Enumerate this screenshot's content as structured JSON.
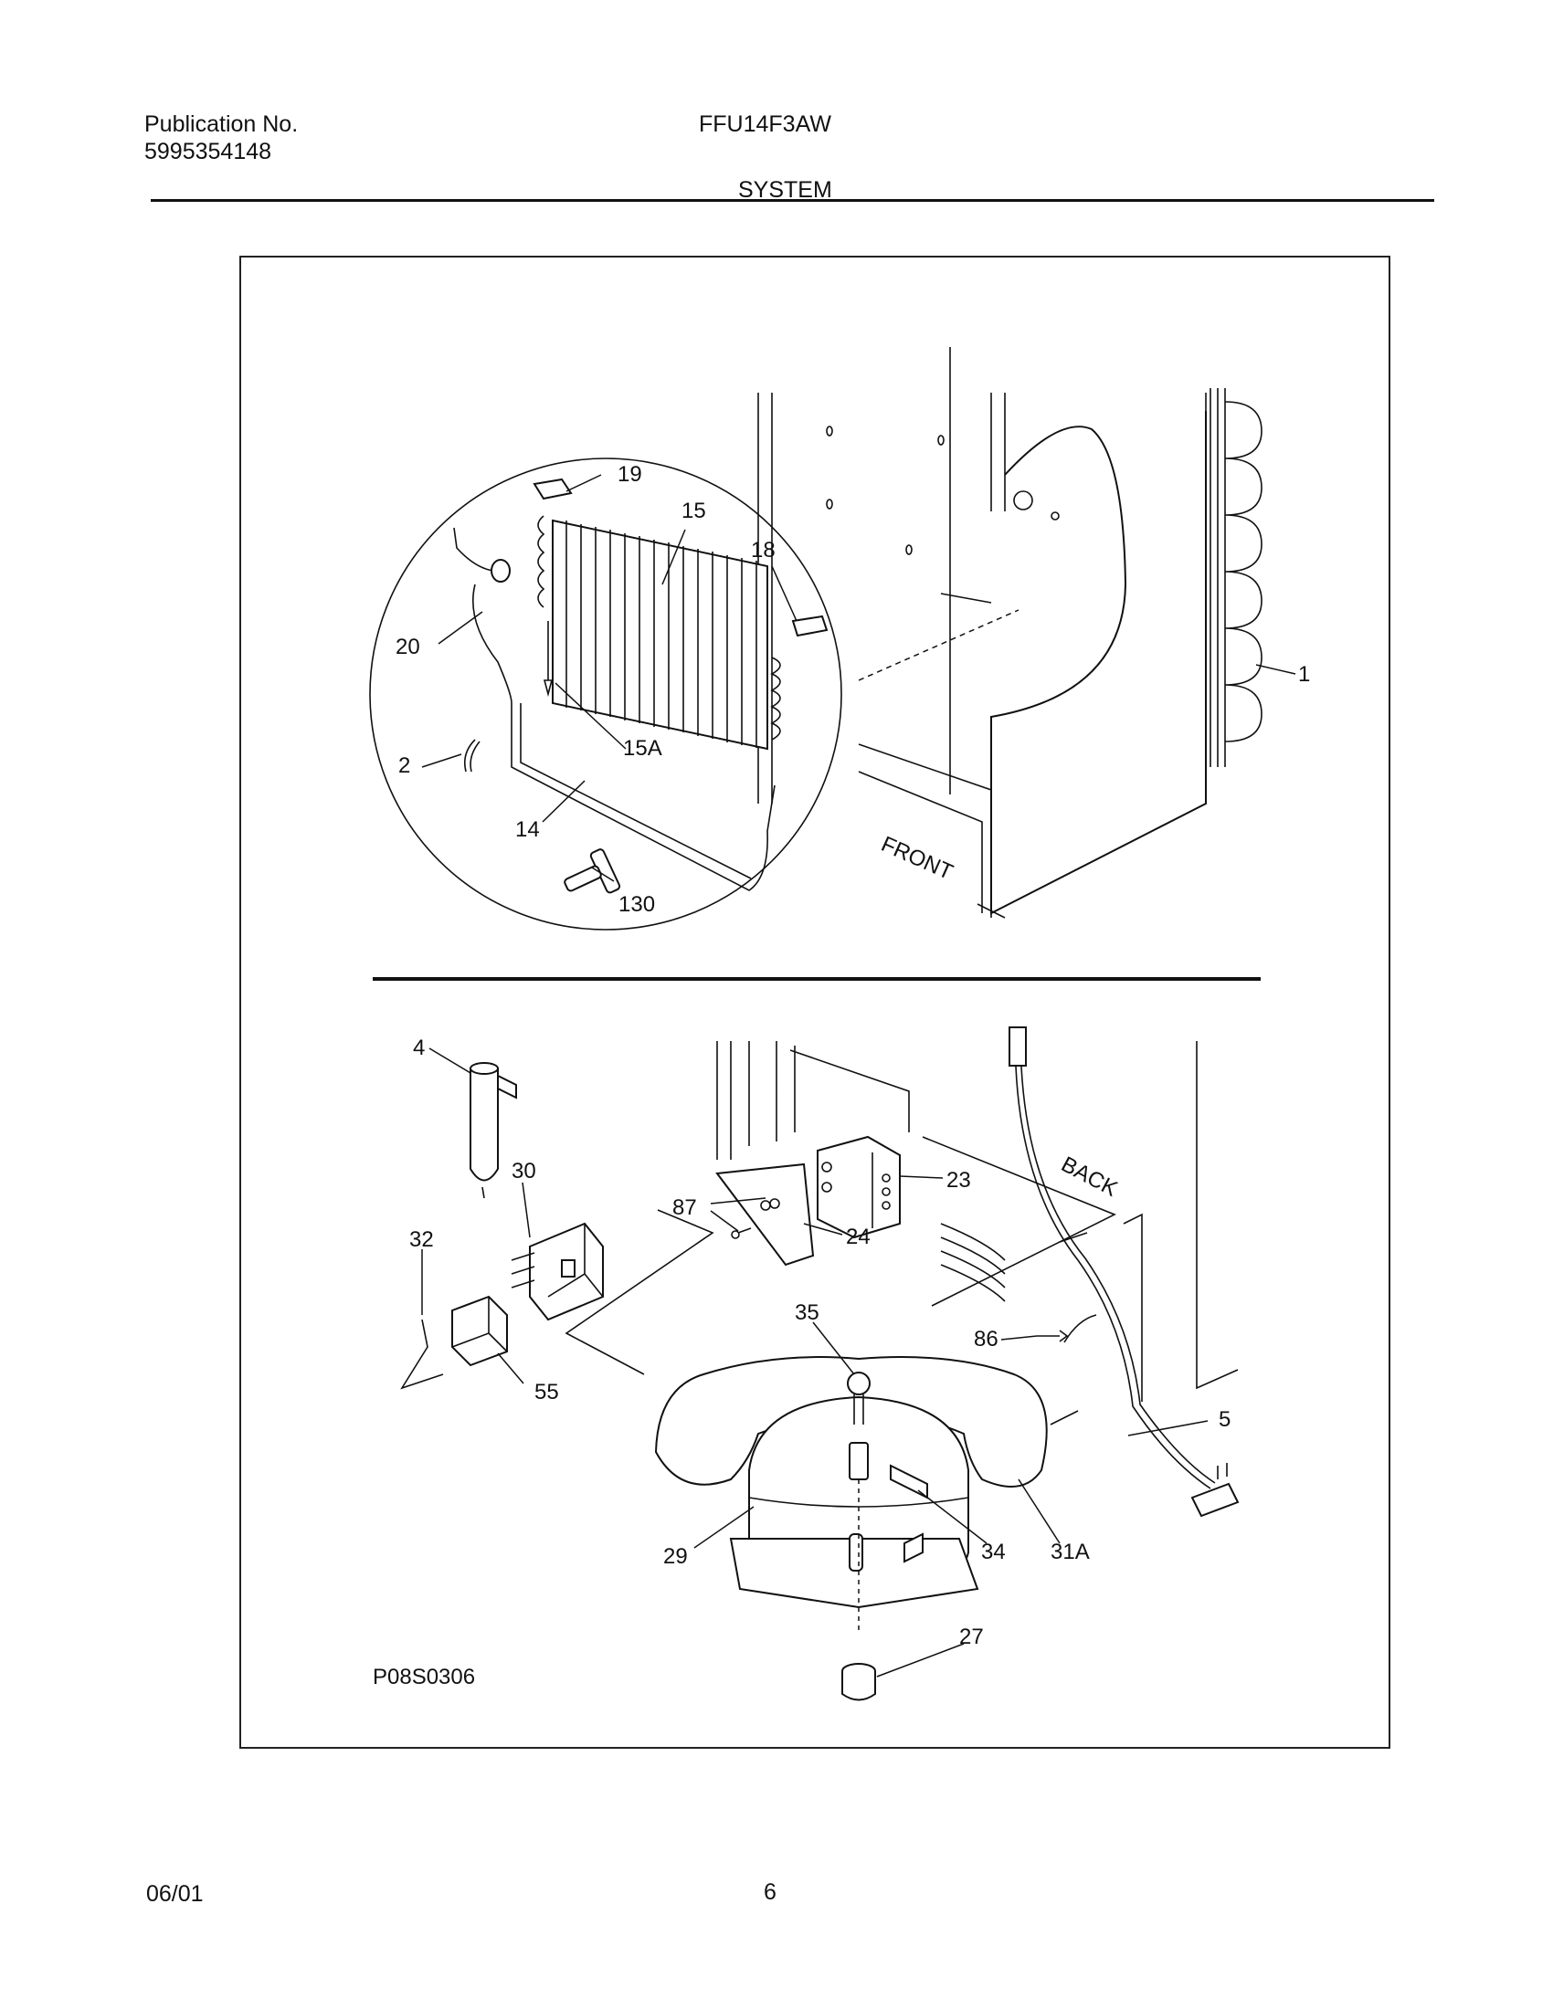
{
  "header": {
    "publication_label": "Publication No.",
    "publication_number": "5995354148",
    "model": "FFU14F3AW",
    "section": "SYSTEM"
  },
  "diagram": {
    "upper_orientation": "FRONT",
    "lower_orientation": "BACK",
    "figure_code": "P08S0306",
    "callouts": {
      "c19": "19",
      "c15": "15",
      "c18": "18",
      "c20": "20",
      "c15a": "15A",
      "c1": "1",
      "c2": "2",
      "c14": "14",
      "c130": "130",
      "c4": "4",
      "c30": "30",
      "c87": "87",
      "c23": "23",
      "c24": "24",
      "c32": "32",
      "c35": "35",
      "c86": "86",
      "c55": "55",
      "c5": "5",
      "c29": "29",
      "c34": "34",
      "c31a": "31A",
      "c27": "27"
    }
  },
  "footer": {
    "date": "06/01",
    "page": "6"
  }
}
